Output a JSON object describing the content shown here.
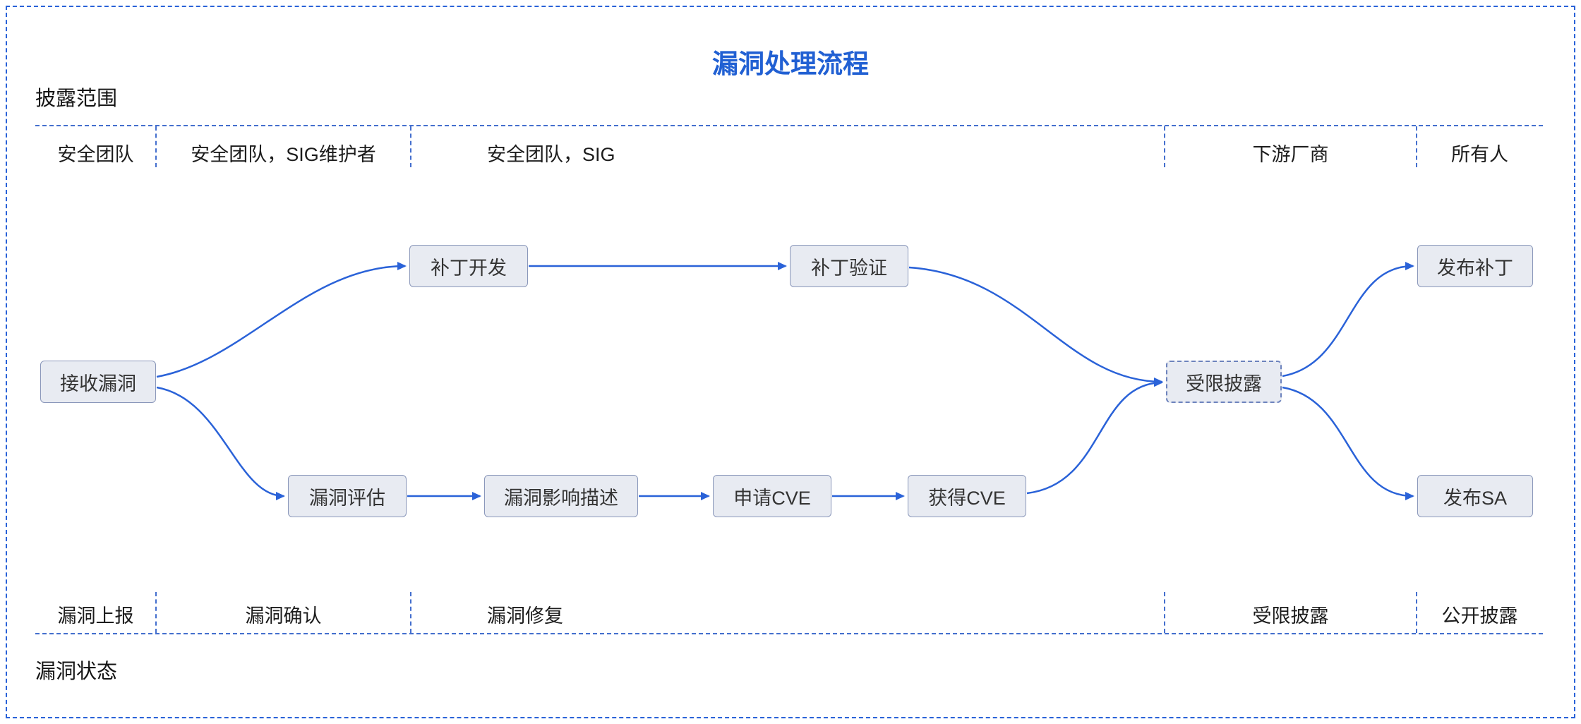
{
  "title": "漏洞处理流程",
  "axes": {
    "top": "披露范围",
    "bottom": "漏洞状态"
  },
  "lanes": {
    "top": [
      "安全团队",
      "安全团队，SIG维护者",
      "安全团队，SIG",
      "下游厂商",
      "所有人"
    ],
    "bottom": [
      "漏洞上报",
      "漏洞确认",
      "漏洞修复",
      "受限披露",
      "公开披露"
    ]
  },
  "nodes": {
    "receive": "接收漏洞",
    "patch_dev": "补丁开发",
    "patch_verify": "补丁验证",
    "assess": "漏洞评估",
    "impact": "漏洞影响描述",
    "apply_cve": "申请CVE",
    "get_cve": "获得CVE",
    "restricted": "受限披露",
    "release_patch": "发布补丁",
    "release_sa": "发布SA"
  },
  "edges": [
    {
      "from": "receive",
      "to": "patch_dev"
    },
    {
      "from": "receive",
      "to": "assess"
    },
    {
      "from": "patch_dev",
      "to": "patch_verify"
    },
    {
      "from": "assess",
      "to": "impact"
    },
    {
      "from": "impact",
      "to": "apply_cve"
    },
    {
      "from": "apply_cve",
      "to": "get_cve"
    },
    {
      "from": "patch_verify",
      "to": "restricted"
    },
    {
      "from": "get_cve",
      "to": "restricted"
    },
    {
      "from": "restricted",
      "to": "release_patch"
    },
    {
      "from": "restricted",
      "to": "release_sa"
    }
  ],
  "colors": {
    "accent_blue": "#2160d3",
    "edge_blue": "#2a62d8",
    "dashed_line_blue": "#446fce",
    "node_fill": "#e8ebf2",
    "node_border": "#8a97ba"
  }
}
